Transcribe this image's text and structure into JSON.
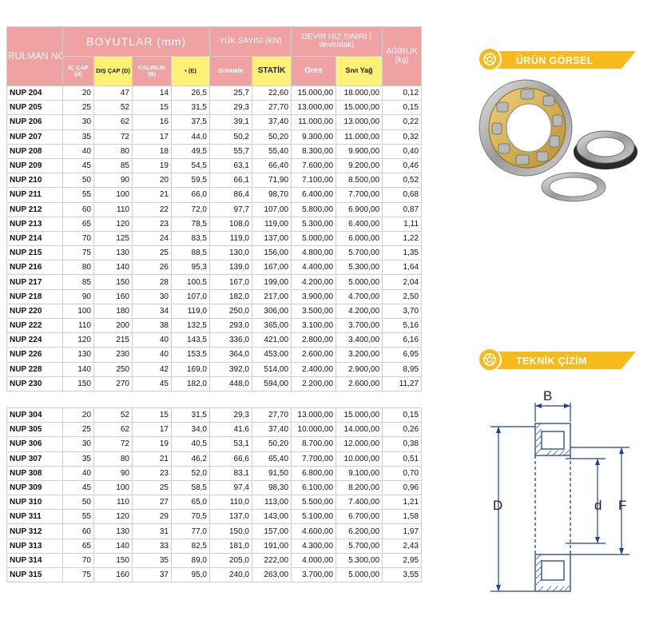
{
  "header": {
    "rulman_no": "RULMAN NO",
    "boyutlar": "BOYUTLAR (mm)",
    "yuk_sayisi": "YÜK SAYISI (KN)",
    "devir": "DEVİR HIZ SINIRI ( devir/dak)",
    "agirlik": "AĞIRLIK (kg)",
    "ic_cap": "İÇ ÇAP (d)",
    "dis_cap": "DIŞ ÇAP (D)",
    "kalinlik": "KALINLIK (B)",
    "e_col": "• (E)",
    "dinamik": "DİNAMİK",
    "statik": "STATİK",
    "gres": "Gres",
    "sivi_yag": "Sıvı Yağ"
  },
  "rows_200": [
    [
      "NUP 204",
      "20",
      "47",
      "14",
      "26,5",
      "25,7",
      "22,60",
      "15.000,00",
      "18.000,00",
      "0,12"
    ],
    [
      "NUP 205",
      "25",
      "52",
      "15",
      "31,5",
      "29,3",
      "27,70",
      "13.000,00",
      "15.000,00",
      "0,15"
    ],
    [
      "NUP 206",
      "30",
      "62",
      "16",
      "37,5",
      "39,1",
      "37,40",
      "11.000,00",
      "13.000,00",
      "0,22"
    ],
    [
      "NUP 207",
      "35",
      "72",
      "17",
      "44,0",
      "50,2",
      "50,20",
      "9.300,00",
      "11.000,00",
      "0,32"
    ],
    [
      "NUP 208",
      "40",
      "80",
      "18",
      "49,5",
      "55,7",
      "55,40",
      "8.300,00",
      "9.900,00",
      "0,40"
    ],
    [
      "NUP 209",
      "45",
      "85",
      "19",
      "54,5",
      "63,1",
      "66,40",
      "7.600,00",
      "9.200,00",
      "0,46"
    ],
    [
      "NUP 210",
      "50",
      "90",
      "20",
      "59,5",
      "66,1",
      "71,90",
      "7.100,00",
      "8.500,00",
      "0,52"
    ],
    [
      "NUP 211",
      "55",
      "100",
      "21",
      "66,0",
      "86,4",
      "98,70",
      "6.400,00",
      "7.700,00",
      "0,68"
    ],
    [
      "NUP 212",
      "60",
      "110",
      "22",
      "72,0",
      "97,7",
      "107,00",
      "5.800,00",
      "6.900,00",
      "0,87"
    ],
    [
      "NUP 213",
      "65",
      "120",
      "23",
      "78,5",
      "108,0",
      "119,00",
      "5.300,00",
      "6.400,00",
      "1,11"
    ],
    [
      "NUP 214",
      "70",
      "125",
      "24",
      "83,5",
      "119,0",
      "137,00",
      "5.000,00",
      "6.000,00",
      "1,22"
    ],
    [
      "NUP 215",
      "75",
      "130",
      "25",
      "88,5",
      "130,0",
      "156,00",
      "4.800,00",
      "5.700,00",
      "1,35"
    ],
    [
      "NUP 216",
      "80",
      "140",
      "26",
      "95,3",
      "139,0",
      "167,00",
      "4.400,00",
      "5.300,00",
      "1,64"
    ],
    [
      "NUP 217",
      "85",
      "150",
      "28",
      "100,5",
      "167,0",
      "199,00",
      "4.200,00",
      "5.000,00",
      "2,04"
    ],
    [
      "NUP 218",
      "90",
      "160",
      "30",
      "107,0",
      "182,0",
      "217,00",
      "3.900,00",
      "4.700,00",
      "2,50"
    ],
    [
      "NUP 220",
      "100",
      "180",
      "34",
      "119,0",
      "250,0",
      "306,00",
      "3.500,00",
      "4.200,00",
      "3,70"
    ],
    [
      "NUP 222",
      "110",
      "200",
      "38",
      "132,5",
      "293,0",
      "365,00",
      "3.100,00",
      "3.700,00",
      "5,16"
    ],
    [
      "NUP 224",
      "120",
      "215",
      "40",
      "143,5",
      "336,0",
      "421,00",
      "2.800,00",
      "3.400,00",
      "6,16"
    ],
    [
      "NUP 226",
      "130",
      "230",
      "40",
      "153,5",
      "364,0",
      "453,00",
      "2.600,00",
      "3.200,00",
      "6,95"
    ],
    [
      "NUP 228",
      "140",
      "250",
      "42",
      "169,0",
      "392,0",
      "514,00",
      "2.400,00",
      "2.900,00",
      "8,95"
    ],
    [
      "NUP 230",
      "150",
      "270",
      "45",
      "182,0",
      "448,0",
      "594,00",
      "2.200,00",
      "2.600,00",
      "11,27"
    ]
  ],
  "rows_300": [
    [
      "NUP 304",
      "20",
      "52",
      "15",
      "31,5",
      "29,3",
      "27,70",
      "13.000,00",
      "15.000,00",
      "0,15"
    ],
    [
      "NUP 305",
      "25",
      "62",
      "17",
      "34,0",
      "41,6",
      "37,40",
      "10.000,00",
      "14.000,00",
      "0,26"
    ],
    [
      "NUP 306",
      "30",
      "72",
      "19",
      "40,5",
      "53,1",
      "50,20",
      "8.700,00",
      "12.000,00",
      "0,38"
    ],
    [
      "NUP 307",
      "35",
      "80",
      "21",
      "46,2",
      "66,6",
      "65,40",
      "7.700,00",
      "10.000,00",
      "0,51"
    ],
    [
      "NUP 308",
      "40",
      "90",
      "23",
      "52,0",
      "83,1",
      "91,50",
      "6.800,00",
      "9.100,00",
      "0,70"
    ],
    [
      "NUP 309",
      "45",
      "100",
      "25",
      "58,5",
      "97,4",
      "98,30",
      "6.100,00",
      "8.200,00",
      "0,96"
    ],
    [
      "NUP 310",
      "50",
      "110",
      "27",
      "65,0",
      "110,0",
      "113,00",
      "5.500,00",
      "7.400,00",
      "1,21"
    ],
    [
      "NUP 311",
      "55",
      "120",
      "29",
      "70,5",
      "137,0",
      "143,00",
      "5.100,00",
      "6.700,00",
      "1,58"
    ],
    [
      "NUP 312",
      "60",
      "130",
      "31",
      "77,0",
      "150,0",
      "157,00",
      "4.600,00",
      "6.200,00",
      "1,97"
    ],
    [
      "NUP 313",
      "65",
      "140",
      "33",
      "82,5",
      "181,0",
      "191,00",
      "4.300,00",
      "5.700,00",
      "2,43"
    ],
    [
      "NUP 314",
      "70",
      "150",
      "35",
      "89,0",
      "205,0",
      "222,00",
      "4.000,00",
      "5.300,00",
      "2,95"
    ],
    [
      "NUP 315",
      "75",
      "160",
      "37",
      "95,0",
      "240,0",
      "263,00",
      "3.700,00",
      "5.000,00",
      "3,55"
    ]
  ],
  "badges": {
    "urun_gorsel": "ÜRÜN GÖRSEL",
    "teknik_cizim": "TEKNİK ÇİZİM"
  },
  "drawing": {
    "label_B": "B",
    "label_D": "D",
    "label_d": "d",
    "label_F": "F"
  },
  "colors": {
    "header_pink": "#f0a2a3",
    "header_yellow": "#fff176",
    "badge_gold": "#f5bb1d",
    "cage_brass": "#d8b34a",
    "dimension_blue": "#1d3fa8"
  }
}
